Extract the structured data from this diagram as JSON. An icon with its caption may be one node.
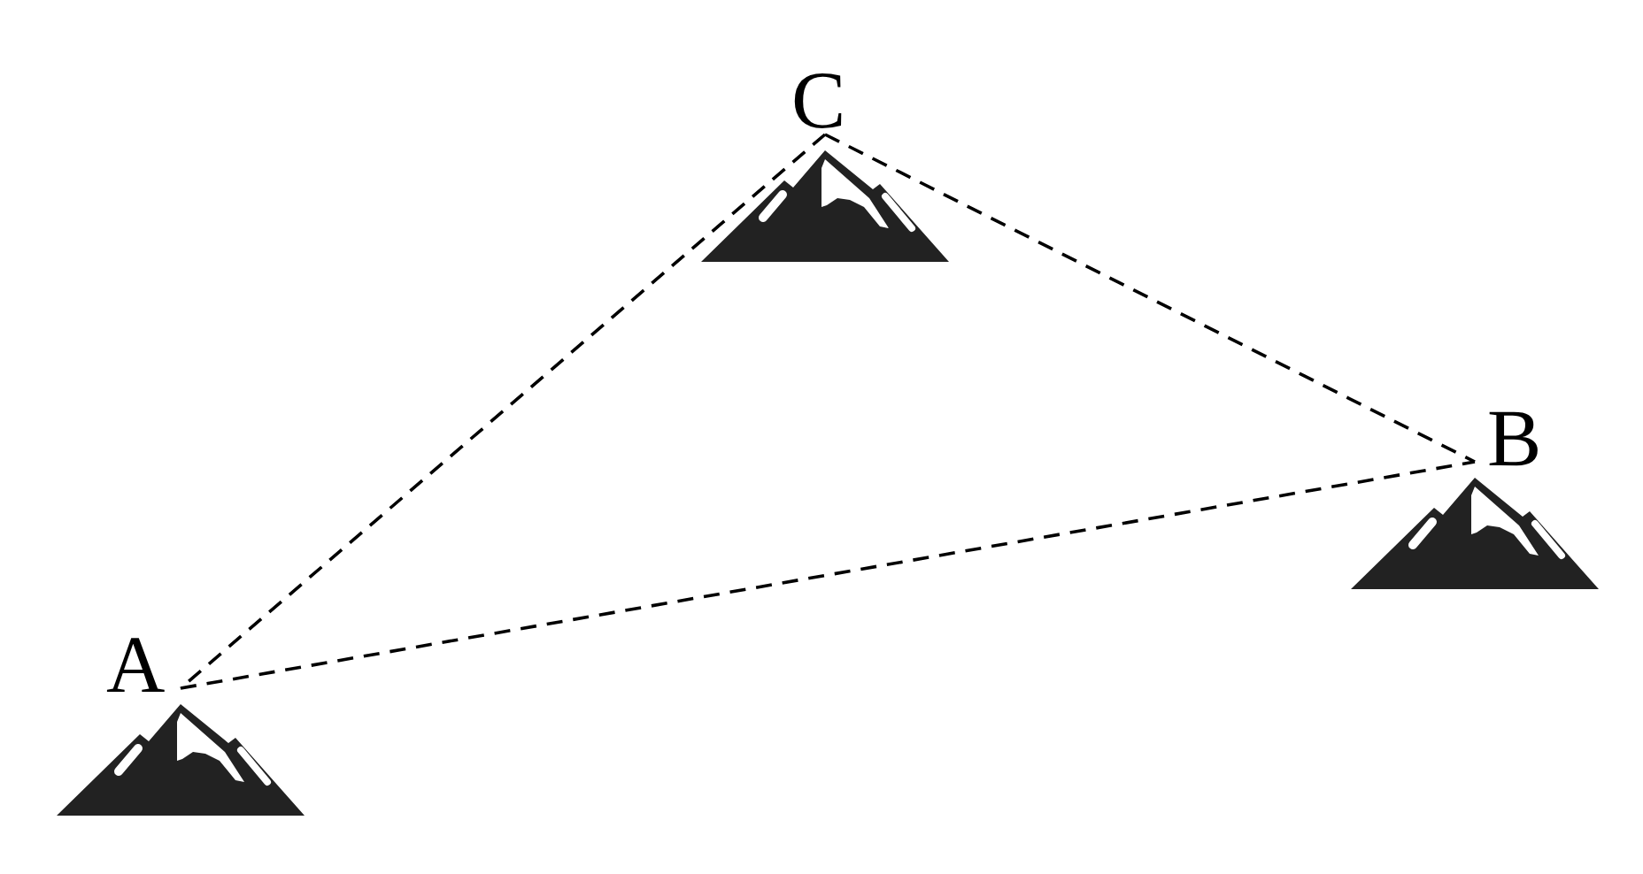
{
  "diagram": {
    "nodes": [
      {
        "text": [],
        "shape": "picture",
        "beside": [
          "C"
        ]
      },
      {
        "text": [],
        "shape": "picture",
        "beside": [
          "B"
        ]
      },
      {
        "text": [],
        "shape": "picture",
        "beside": [
          "A"
        ]
      }
    ],
    "edges": [
      {
        "from": 0,
        "to": 2,
        "arrow": "none",
        "style": "dashed"
      },
      {
        "from": 0,
        "to": 1,
        "arrow": "none",
        "style": "dashed"
      },
      {
        "from": 2,
        "to": 1,
        "arrow": "none",
        "style": "dashed"
      }
    ]
  }
}
